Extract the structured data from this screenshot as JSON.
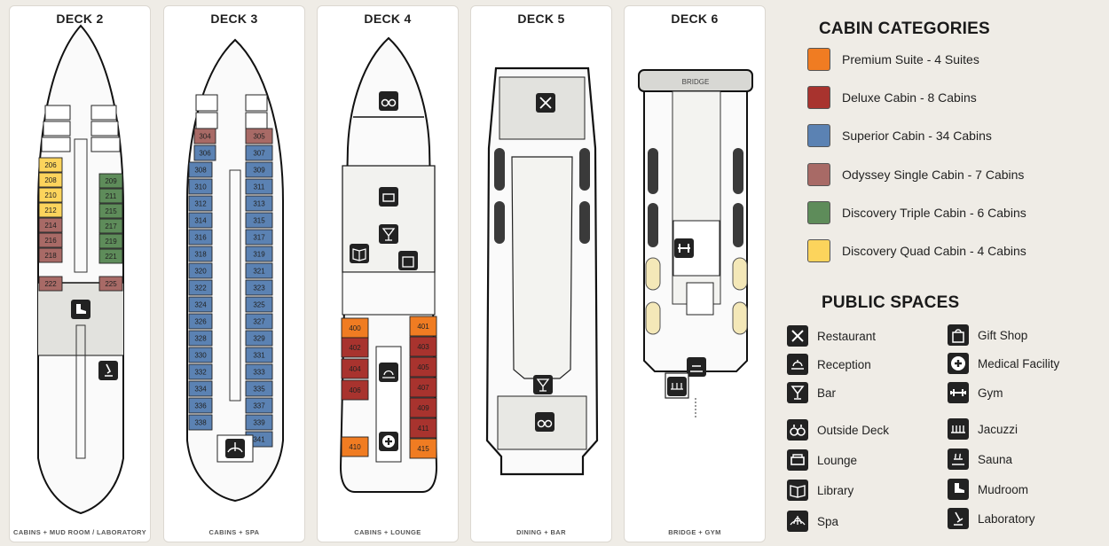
{
  "decks": [
    {
      "id": "deck-2",
      "title": "DECK 2",
      "caption": "CABINS + MUD ROOM / LABORATORY"
    },
    {
      "id": "deck-3",
      "title": "DECK 3",
      "caption": "CABINS + SPA"
    },
    {
      "id": "deck-4",
      "title": "DECK 4",
      "caption": "CABINS + LOUNGE"
    },
    {
      "id": "deck-5",
      "title": "DECK 5",
      "caption": "DINING + BAR"
    },
    {
      "id": "deck-6",
      "title": "DECK 6",
      "caption": "BRIDGE + GYM"
    }
  ],
  "bridge_label": "BRIDGE",
  "colors": {
    "premium": "#f07c22",
    "deluxe": "#a8332e",
    "superior": "#5b82b3",
    "odyssey": "#a86a66",
    "triple": "#5e8c5a",
    "quad": "#fcd45c"
  },
  "cabins": {
    "deck2": {
      "left": [
        {
          "num": "206",
          "cat": "quad"
        },
        {
          "num": "208",
          "cat": "quad"
        },
        {
          "num": "210",
          "cat": "quad"
        },
        {
          "num": "212",
          "cat": "quad"
        },
        {
          "num": "214",
          "cat": "odyssey"
        },
        {
          "num": "216",
          "cat": "odyssey"
        },
        {
          "num": "218",
          "cat": "odyssey"
        },
        {
          "num": "222",
          "cat": "odyssey"
        }
      ],
      "right": [
        {
          "num": "209",
          "cat": "triple"
        },
        {
          "num": "211",
          "cat": "triple"
        },
        {
          "num": "215",
          "cat": "triple"
        },
        {
          "num": "217",
          "cat": "triple"
        },
        {
          "num": "219",
          "cat": "triple"
        },
        {
          "num": "221",
          "cat": "triple"
        },
        {
          "num": "225",
          "cat": "odyssey"
        }
      ]
    },
    "deck3": {
      "left": [
        "304",
        "306",
        "308",
        "310",
        "312",
        "314",
        "316",
        "318",
        "320",
        "322",
        "324",
        "326",
        "328",
        "330",
        "332",
        "334",
        "336",
        "338"
      ],
      "right": [
        "305",
        "307",
        "309",
        "311",
        "313",
        "315",
        "317",
        "319",
        "321",
        "323",
        "325",
        "327",
        "329",
        "331",
        "333",
        "335",
        "337",
        "339",
        "341"
      ],
      "odyssey": [
        "304",
        "305"
      ]
    },
    "deck4": {
      "left": [
        {
          "num": "400",
          "cat": "premium"
        },
        {
          "num": "402",
          "cat": "deluxe"
        },
        {
          "num": "404",
          "cat": "deluxe"
        },
        {
          "num": "406",
          "cat": "deluxe"
        },
        {
          "num": "410",
          "cat": "premium"
        }
      ],
      "right": [
        {
          "num": "401",
          "cat": "premium"
        },
        {
          "num": "403",
          "cat": "deluxe"
        },
        {
          "num": "405",
          "cat": "deluxe"
        },
        {
          "num": "407",
          "cat": "deluxe"
        },
        {
          "num": "409",
          "cat": "deluxe"
        },
        {
          "num": "411",
          "cat": "deluxe"
        },
        {
          "num": "415",
          "cat": "premium"
        }
      ]
    }
  },
  "legend": {
    "categories_title": "CABIN CATEGORIES",
    "categories": [
      {
        "label": "Premium Suite - 4 Suites",
        "color": "#f07c22"
      },
      {
        "label": "Deluxe Cabin - 8 Cabins",
        "color": "#a8332e"
      },
      {
        "label": "Superior Cabin - 34 Cabins",
        "color": "#5b82b3"
      },
      {
        "label": "Odyssey Single Cabin - 7 Cabins",
        "color": "#a86a66"
      },
      {
        "label": "Discovery Triple Cabin - 6 Cabins",
        "color": "#5e8c5a"
      },
      {
        "label": "Discovery Quad Cabin - 4 Cabins",
        "color": "#fcd45c"
      }
    ],
    "public_title": "PUBLIC SPACES",
    "public_left": [
      {
        "label": "Restaurant",
        "icon": "restaurant-icon"
      },
      {
        "label": "Reception",
        "icon": "reception-icon"
      },
      {
        "label": "Bar",
        "icon": "bar-icon"
      },
      {
        "label": "Outside Deck",
        "icon": "binoculars-icon"
      },
      {
        "label": "Lounge",
        "icon": "lounge-icon"
      },
      {
        "label": "Library",
        "icon": "library-icon"
      },
      {
        "label": "Spa",
        "icon": "spa-icon"
      }
    ],
    "public_right": [
      {
        "label": "Gift Shop",
        "icon": "gift-shop-icon"
      },
      {
        "label": "Medical Facility",
        "icon": "medical-icon"
      },
      {
        "label": "Gym",
        "icon": "gym-icon"
      },
      {
        "label": "Jacuzzi",
        "icon": "jacuzzi-icon"
      },
      {
        "label": "Sauna",
        "icon": "sauna-icon"
      },
      {
        "label": "Mudroom",
        "icon": "mudroom-icon"
      },
      {
        "label": "Laboratory",
        "icon": "laboratory-icon"
      }
    ]
  }
}
